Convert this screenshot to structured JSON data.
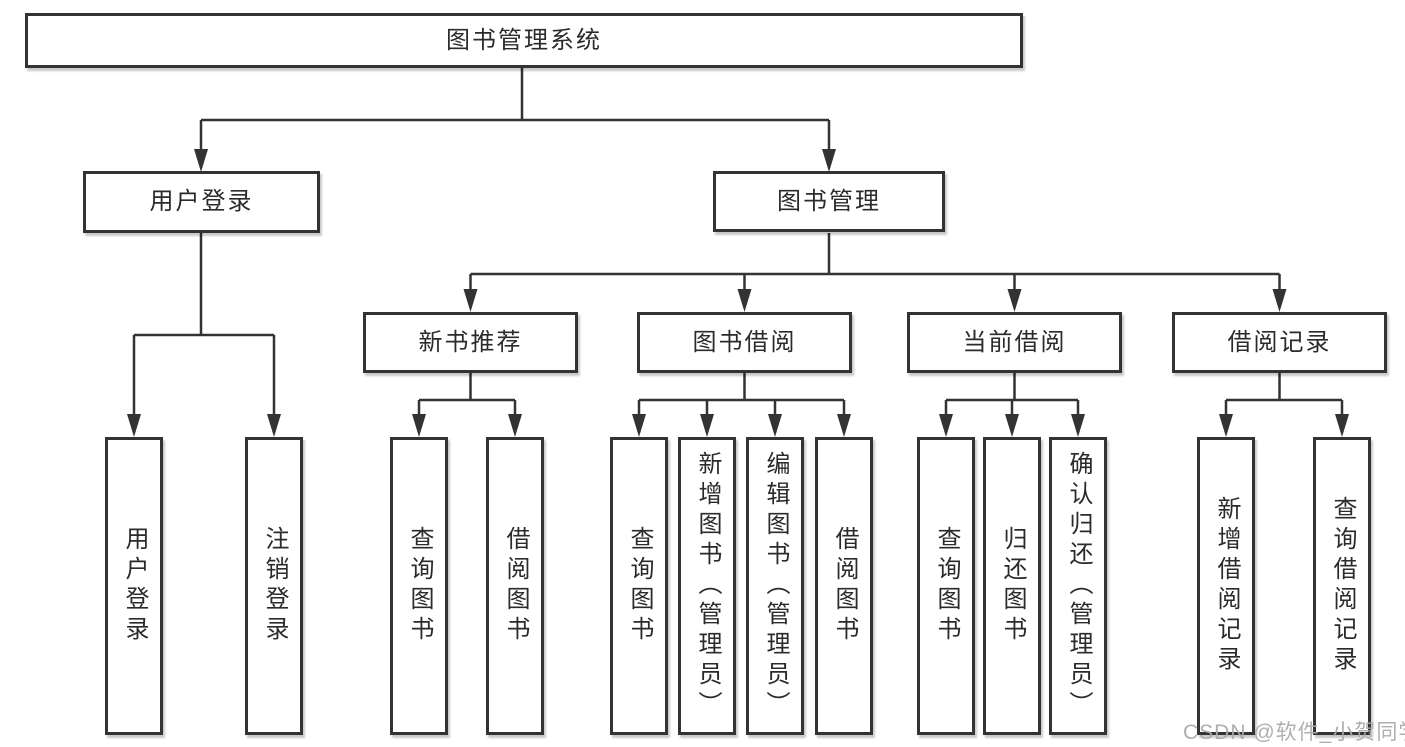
{
  "tree": {
    "label": "图书管理系统",
    "children": [
      {
        "label": "用户登录",
        "children": [
          {
            "label": "用户登录"
          },
          {
            "label": "注销登录"
          }
        ]
      },
      {
        "label": "图书管理",
        "children": [
          {
            "label": "新书推荐",
            "children": [
              {
                "label": "查询图书"
              },
              {
                "label": "借阅图书"
              }
            ]
          },
          {
            "label": "图书借阅",
            "children": [
              {
                "label": "查询图书"
              },
              {
                "label": "新增图书（管理员）"
              },
              {
                "label": "编辑图书（管理员）"
              },
              {
                "label": "借阅图书"
              }
            ]
          },
          {
            "label": "当前借阅",
            "children": [
              {
                "label": "查询图书"
              },
              {
                "label": "归还图书"
              },
              {
                "label": "确认归还（管理员）"
              }
            ]
          },
          {
            "label": "借阅记录",
            "children": [
              {
                "label": "新增借阅记录"
              },
              {
                "label": "查询借阅记录"
              }
            ]
          }
        ]
      }
    ]
  },
  "watermark": "CSDN @软件_小贺同学",
  "colors": {
    "line": "#333333",
    "box_border": "#333333",
    "box_background": "#ffffff",
    "text": "#2b2b2b",
    "watermark": "#ababab"
  }
}
